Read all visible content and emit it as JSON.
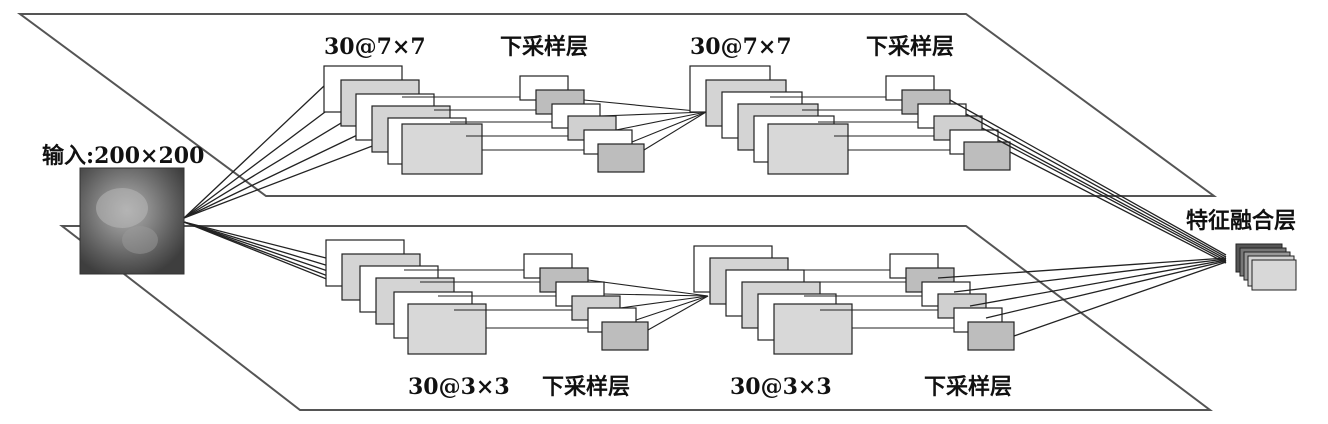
{
  "input": {
    "label": "输入:200×200"
  },
  "upper_branch": {
    "conv1_label": "30@7×7",
    "pool1_label": "下采样层",
    "conv2_label": "30@7×7",
    "pool2_label": "下采样层"
  },
  "lower_branch": {
    "conv1_label": "30@3×3",
    "pool1_label": "下采样层",
    "conv2_label": "30@3×3",
    "pool2_label": "下采样层"
  },
  "fusion": {
    "label": "特征融合层"
  },
  "colors": {
    "map_fill_light": "#ffffff",
    "map_fill_mid": "#d8d8d8",
    "map_fill_dark": "#bdbdbd",
    "stroke": "#222222",
    "plane_stroke": "#555555"
  }
}
